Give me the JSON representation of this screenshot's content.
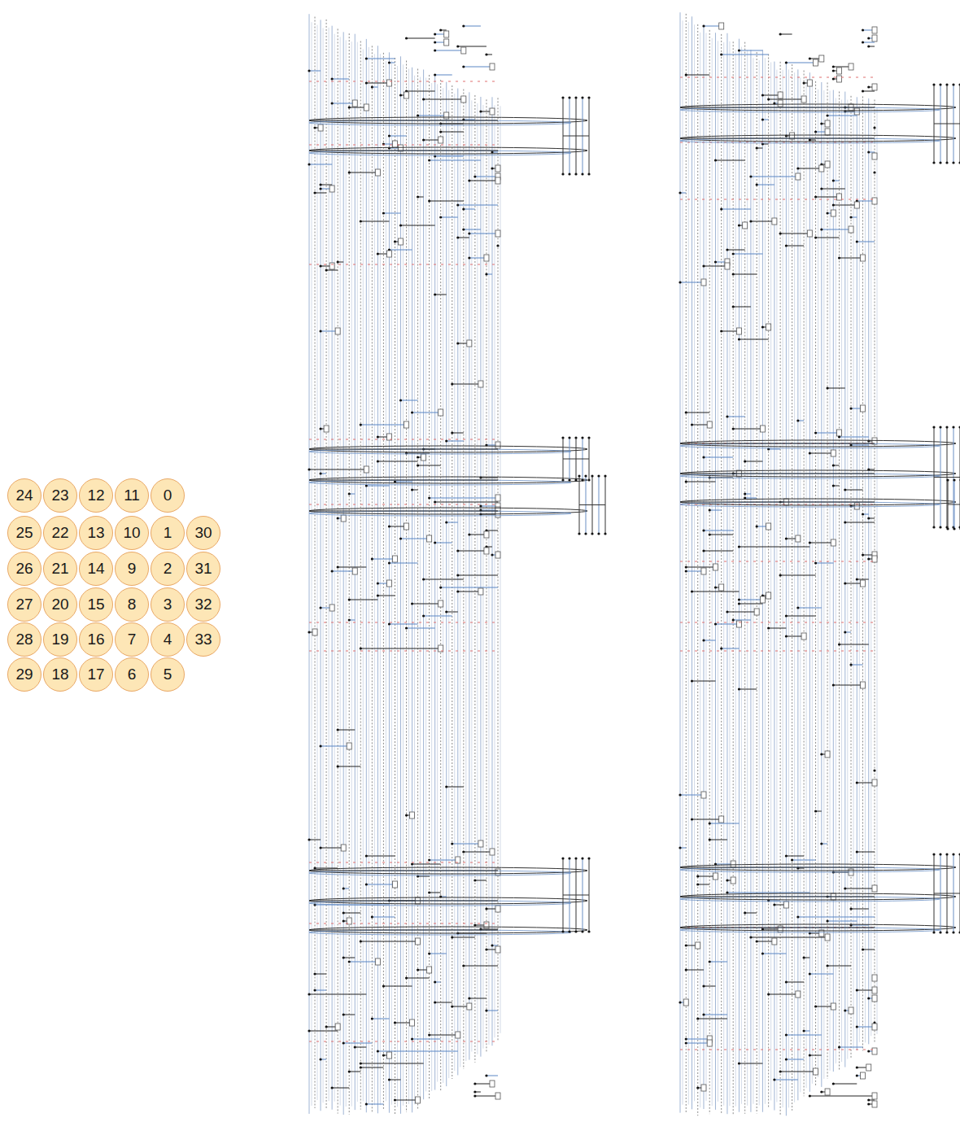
{
  "diagram": {
    "nodes": [
      {
        "text": [
          "24"
        ]
      },
      {
        "text": [
          "23"
        ]
      },
      {
        "text": [
          "12"
        ]
      },
      {
        "text": [
          "11"
        ]
      },
      {
        "text": [
          "0"
        ]
      },
      {
        "text": [
          "25"
        ]
      },
      {
        "text": [
          "22"
        ]
      },
      {
        "text": [
          "13"
        ]
      },
      {
        "text": [
          "10"
        ]
      },
      {
        "text": [
          "1"
        ]
      },
      {
        "text": [
          "30"
        ]
      },
      {
        "text": [
          "26"
        ]
      },
      {
        "text": [
          "21"
        ]
      },
      {
        "text": [
          "14"
        ]
      },
      {
        "text": [
          "9"
        ]
      },
      {
        "text": [
          "2"
        ]
      },
      {
        "text": [
          "31"
        ]
      },
      {
        "text": [
          "27"
        ]
      },
      {
        "text": [
          "20"
        ]
      },
      {
        "text": [
          "15"
        ]
      },
      {
        "text": [
          "8"
        ]
      },
      {
        "text": [
          "3"
        ]
      },
      {
        "text": [
          "32"
        ]
      },
      {
        "text": [
          "28"
        ]
      },
      {
        "text": [
          "19"
        ]
      },
      {
        "text": [
          "16"
        ]
      },
      {
        "text": [
          "7"
        ]
      },
      {
        "text": [
          "4"
        ]
      },
      {
        "text": [
          "33"
        ]
      },
      {
        "text": [
          "29"
        ]
      },
      {
        "text": [
          "18"
        ]
      },
      {
        "text": [
          "17"
        ]
      },
      {
        "text": [
          "6"
        ]
      },
      {
        "text": [
          "5"
        ]
      }
    ]
  }
}
